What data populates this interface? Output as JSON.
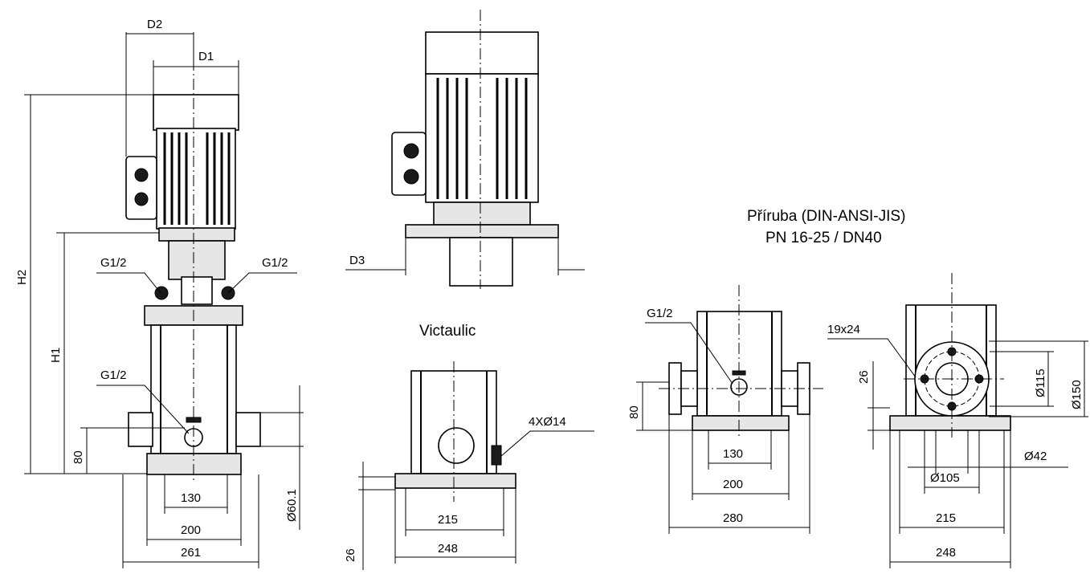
{
  "labels": {
    "d1": "D1",
    "d2": "D2",
    "d3": "D3",
    "h1": "H1",
    "h2": "H2",
    "g12_top_left": "G1/2",
    "g12_top_right": "G1/2",
    "g12_low": "G1/2",
    "g12_flange": "G1/2",
    "d601": "Ø60.1",
    "h80_left": "80",
    "w130_left": "130",
    "w200_left": "200",
    "w261": "261",
    "holes": "4XØ14",
    "h26_mid": "26",
    "w215_mid": "215",
    "w248_mid": "248",
    "h80_flange": "80",
    "w130_flange": "130",
    "w200_flange": "200",
    "w280": "280",
    "slot": "19x24",
    "h26_right": "26",
    "d115": "Ø115",
    "d150": "Ø150",
    "d42": "Ø42",
    "d105": "Ø105",
    "w215_right": "215",
    "w248_right": "248"
  },
  "captions": {
    "victaulic": "Victaulic",
    "flange_line1": "Příruba (DIN-ANSI-JIS)",
    "flange_line2": "PN 16-25 / DN40"
  }
}
